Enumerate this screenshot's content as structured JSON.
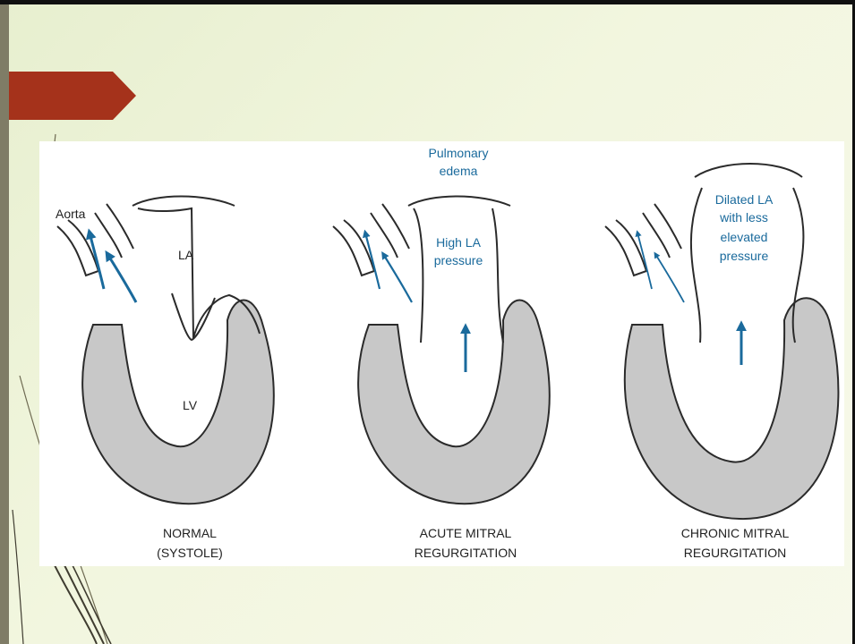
{
  "diagram": {
    "panels": [
      {
        "id": "normal",
        "caption_line1": "NORMAL",
        "caption_line2": "(SYSTOLE)",
        "aorta_label": "Aorta",
        "la_label": "LA",
        "lv_label": "LV"
      },
      {
        "id": "acute",
        "caption_line1": "ACUTE MITRAL",
        "caption_line2": "REGURGITATION",
        "top_line1": "Pulmonary",
        "top_line2": "edema",
        "la_line1": "High LA",
        "la_line2": "pressure"
      },
      {
        "id": "chronic",
        "caption_line1": "CHRONIC MITRAL",
        "caption_line2": "REGURGITATION",
        "la_line1": "Dilated LA",
        "la_line2": "with less",
        "la_line3": "elevated",
        "la_line4": "pressure"
      }
    ]
  },
  "colors": {
    "arrow_blue": "#1a6a9c",
    "muscle_gray": "#c8c8c8",
    "outline": "#2b2b2b",
    "title_arrow": "#a5321b"
  }
}
